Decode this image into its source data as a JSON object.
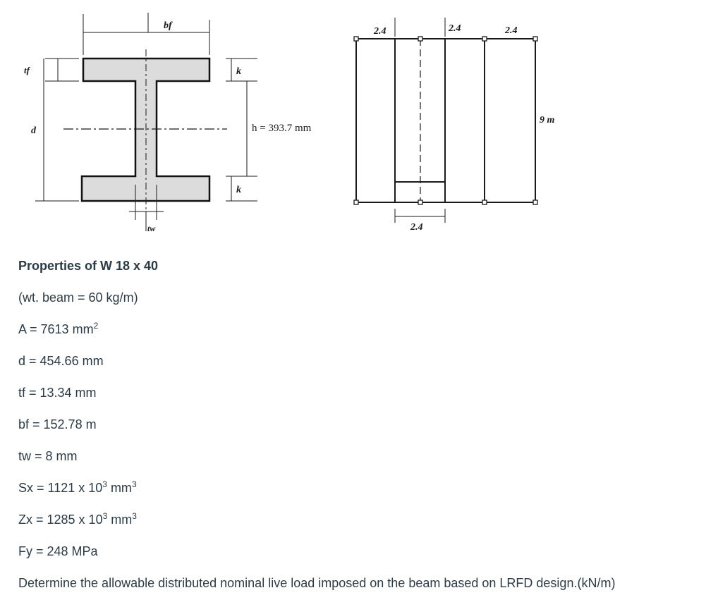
{
  "figure": {
    "section_labels": {
      "bf": "bf",
      "tf": "tf",
      "d": "d",
      "k_top": "k",
      "k_bottom": "k",
      "tw": "tw",
      "h": "h = 393.7 mm"
    },
    "plan_labels": {
      "top_spans": [
        "2.4",
        "2.4",
        "2.4"
      ],
      "height": "9 m",
      "bottom_span": "2.4"
    }
  },
  "properties": {
    "title": "Properties of W 18 x 40",
    "weight": "(wt. beam = 60 kg/m)",
    "A": {
      "text": "A = 7613 mm",
      "sup": "2"
    },
    "d": "d = 454.66 mm",
    "tf": "tf = 13.34 mm",
    "bf": "bf = 152.78 m",
    "tw": "tw = 8 mm",
    "Sx": {
      "text": "Sx = 1121 x 10",
      "sup1": "3",
      "mid": " mm",
      "sup2": "3"
    },
    "Zx": {
      "text": "Zx = 1285 x 10",
      "sup1": "3",
      "mid": " mm",
      "sup2": "3"
    },
    "Fy": "Fy = 248 MPa",
    "question": "Determine the allowable distributed nominal live load imposed on the beam based on LRFD design.(kN/m)"
  }
}
